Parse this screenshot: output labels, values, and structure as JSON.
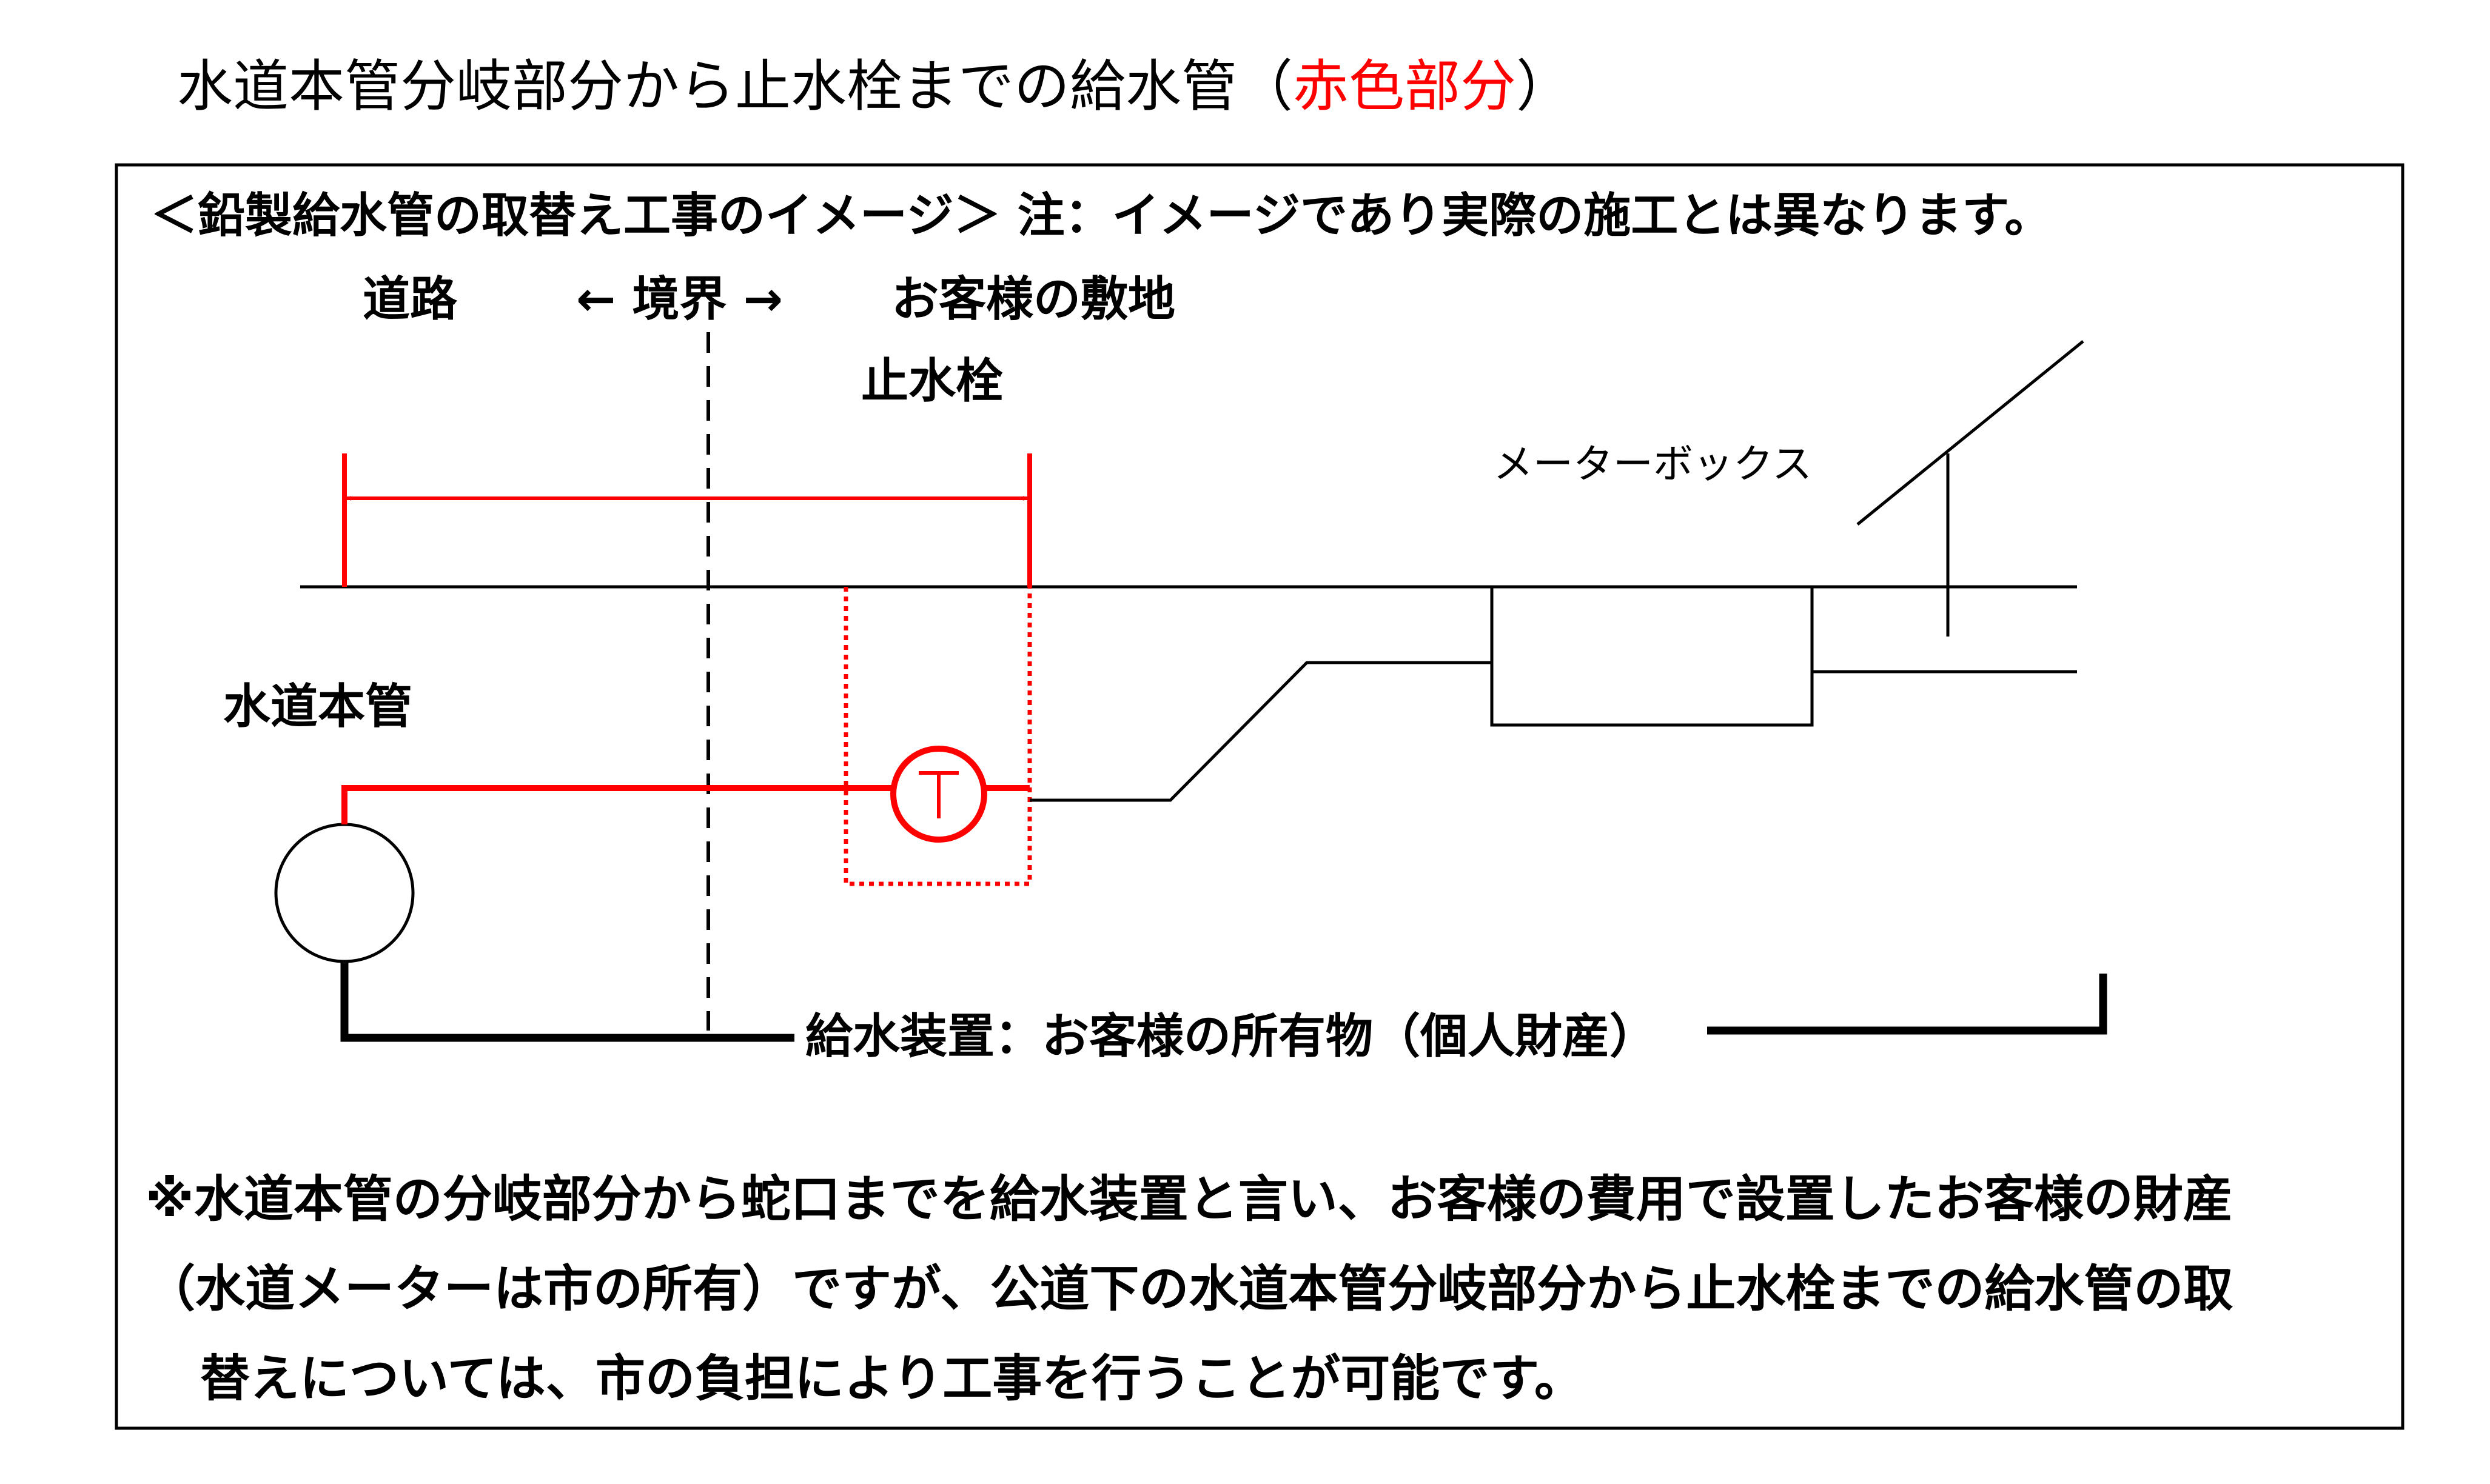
{
  "title": {
    "main": "水道本管分岐部分から止水栓までの給水管（",
    "red": "赤色部分",
    "close": "）"
  },
  "diagram": {
    "header": "＜鉛製給水管の取替え工事のイメージ＞ 注：イメージであり実際の施工とは異なります。",
    "road": "道路",
    "boundary": "←  境界  →",
    "site": "お客様の敷地",
    "stopcock": "止水栓",
    "meter_box": "メーターボックス",
    "main_pipe": "水道本管",
    "supply_device": "給水装置：お客様の所有物（個人財産）",
    "colors": {
      "highlight": "#ff0000",
      "line": "#000000"
    }
  },
  "note": {
    "line1": "※水道本管の分岐部分から蛇口までを給水装置と言い、お客様の費用で設置したお客様の財産",
    "line2": "（水道メーターは市の所有）ですが、公道下の水道本管分岐部分から止水栓までの給水管の取",
    "line3": "替えについては、市の負担により工事を行うことが可能です。"
  }
}
